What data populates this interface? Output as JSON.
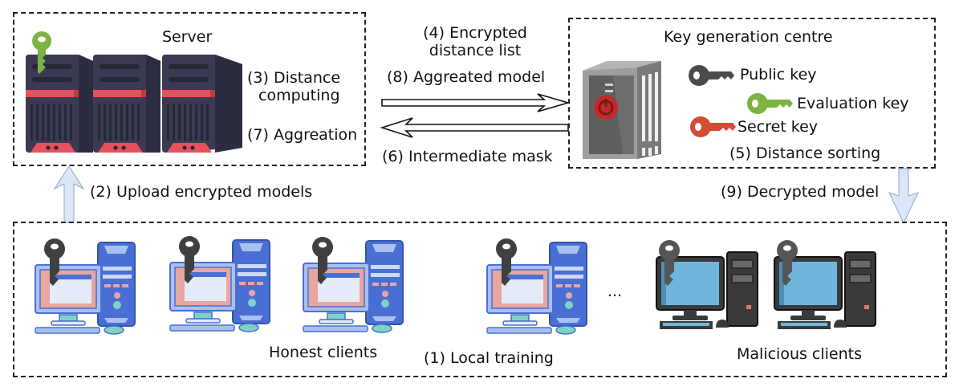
{
  "server": {
    "title": "Server",
    "step_distance": "(3) Distance",
    "step_distance_2": "computing",
    "step_aggregation": "(7) Aggreation",
    "key_icon": "green-key-icon"
  },
  "kgc": {
    "title": "Key generation centre",
    "keys": [
      {
        "label": "Public key",
        "color": "#4a4a4a"
      },
      {
        "label": "Evaluation key",
        "color": "#7cb342"
      },
      {
        "label": "Secret key",
        "color": "#d24b35"
      }
    ],
    "step_sorting": "(5) Distance sorting"
  },
  "flows": {
    "encrypted_list_1": "(4) Encrypted",
    "encrypted_list_2": "distance list",
    "aggregated_model": "(8) Aggreated model",
    "intermediate_mask": "(6) Intermediate mask",
    "upload": "(2) Upload encrypted models",
    "decrypted": "(9) Decrypted model"
  },
  "clients": {
    "honest_label": "Honest clients",
    "local_training": "(1) Local training",
    "ellipsis": "...",
    "malicious_label": "Malicious clients",
    "honest_count": 4,
    "malicious_count": 2
  },
  "colors": {
    "server_body": "#3a3a52",
    "server_accent": "#e8505b",
    "honest_blue": "#4a6fd4",
    "honest_screen": "#e8a6a0",
    "malicious_body": "#333333",
    "malicious_screen": "#6fb5dc",
    "arrow_fill": "#dbe6f6"
  }
}
